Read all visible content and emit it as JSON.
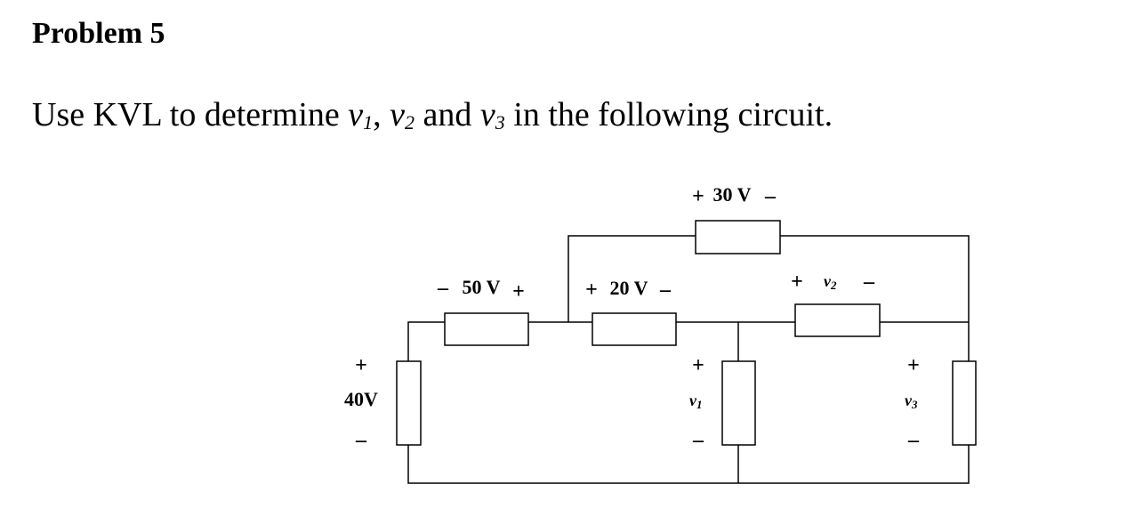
{
  "problem": {
    "title": "Problem 5",
    "prompt": {
      "part1": "Use KVL to determine ",
      "v1_letter": "v",
      "v1_sub": "1",
      "sep1": ", ",
      "v2_letter": "v",
      "v2_sub": "2",
      "sep2": " and ",
      "v3_letter": "v",
      "v3_sub": "3",
      "part2": " in the following circuit."
    }
  },
  "circuit": {
    "source_40v": {
      "plus": "+",
      "value": "40V",
      "minus": "–"
    },
    "r_50v": {
      "minus": "–",
      "value": "50 V",
      "plus": "+"
    },
    "r_20v": {
      "plus": "+",
      "value": "20 V",
      "minus": "–"
    },
    "r_30v": {
      "plus": "+",
      "value": "30 V",
      "minus": "–"
    },
    "r_v2": {
      "plus": "+",
      "letter": "v",
      "sub": "2",
      "minus": "–"
    },
    "r_v1": {
      "plus": "+",
      "letter": "v",
      "sub": "1",
      "minus": "–"
    },
    "r_v3": {
      "plus": "+",
      "letter": "v",
      "sub": "3",
      "minus": "–"
    }
  }
}
